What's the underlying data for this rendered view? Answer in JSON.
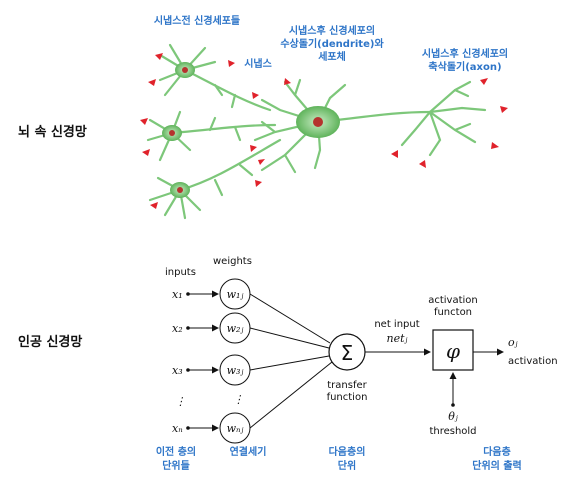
{
  "labels": {
    "brain_network": "뇌 속 신경망",
    "artificial_network": "인공 신경망",
    "presynaptic_cells": "시냅스전 신경세포들",
    "synapse": "시냅스",
    "postsyn_dendrite_line1": "시냅스후 신경세포의",
    "postsyn_dendrite_line2": "수상돌기(dendrite)와",
    "postsyn_dendrite_line3": "세포체",
    "postsyn_axon_line1": "시냅스후 신경세포의",
    "postsyn_axon_line2": "축삭돌기(axon)",
    "prev_layer_line1": "이전 층의",
    "prev_layer_line2": "단위들",
    "connection_strength": "연결세기",
    "next_layer_line1": "다음층의",
    "next_layer_line2": "단위",
    "next_output_line1": "다음층",
    "next_output_line2": "단위의 출력"
  },
  "perceptron": {
    "inputs_label": "inputs",
    "weights_label": "weights",
    "inputs": [
      "x₁",
      "x₂",
      "x₃",
      "⋮",
      "xₙ"
    ],
    "weights": [
      "w₁ⱼ",
      "w₂ⱼ",
      "w₃ⱼ",
      "⋮",
      "wₙⱼ"
    ],
    "sum_symbol": "Σ",
    "transfer_line1": "transfer",
    "transfer_line2": "function",
    "net_input_label": "net input",
    "net_symbol": "netⱼ",
    "activation_line1": "activation",
    "activation_line2": "functon",
    "phi_symbol": "φ",
    "output_symbol": "oⱼ",
    "output_label": "activation",
    "theta_symbol": "θⱼ",
    "threshold_label": "threshold"
  },
  "colors": {
    "label_blue": "#2e75c8",
    "neuron_green": "#7dc77a",
    "nucleus_red": "#b5332e",
    "arrow_red": "#e0222b"
  }
}
